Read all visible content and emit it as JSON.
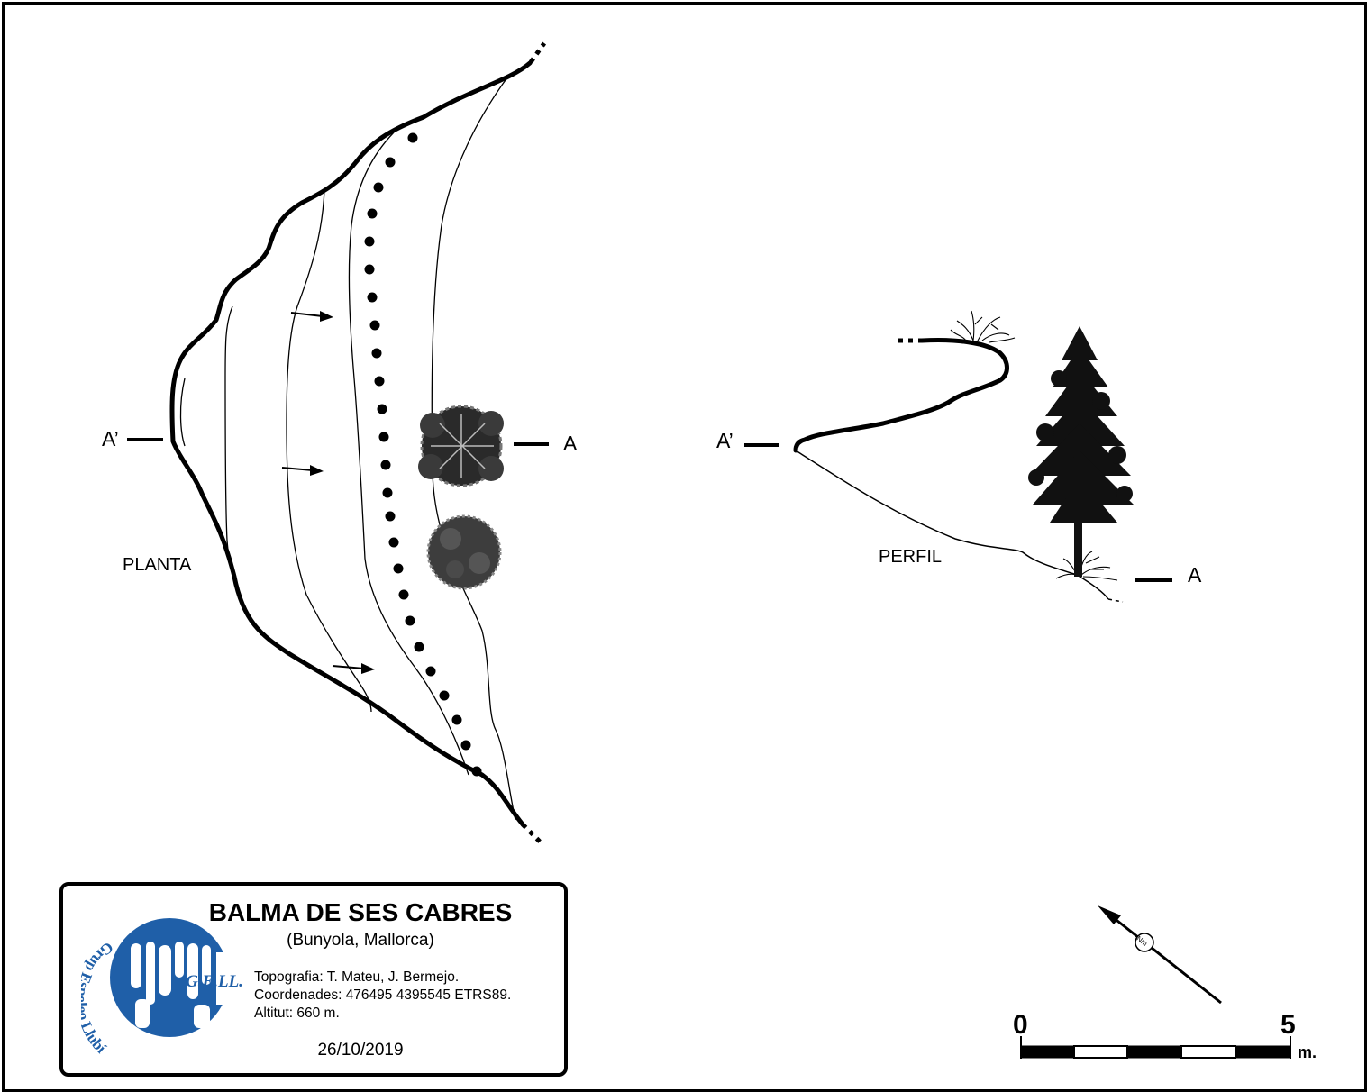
{
  "plan": {
    "label": "PLANTA",
    "section_left": "A’",
    "section_right": "A"
  },
  "profile": {
    "label": "PERFIL",
    "section_left": "A’",
    "section_right": "A"
  },
  "title_block": {
    "title": "BALMA DE SES CABRES",
    "subtitle": "(Bunyola, Mallorca)",
    "topography": "Topografia: T. Mateu, J. Bermejo.",
    "coordinates": "Coordenades: 476495 4395545 ETRS89.",
    "altitude": "Altitut: 660 m.",
    "date": "26/10/2019",
    "logo_text": "G.E.LL.",
    "logo_ring_text": "Grup Espeleo Llubí",
    "logo_color": "#1f5fa8"
  },
  "scale": {
    "start": "0",
    "end": "5",
    "unit": "m."
  },
  "north_arrow": {
    "label": "Nm"
  }
}
